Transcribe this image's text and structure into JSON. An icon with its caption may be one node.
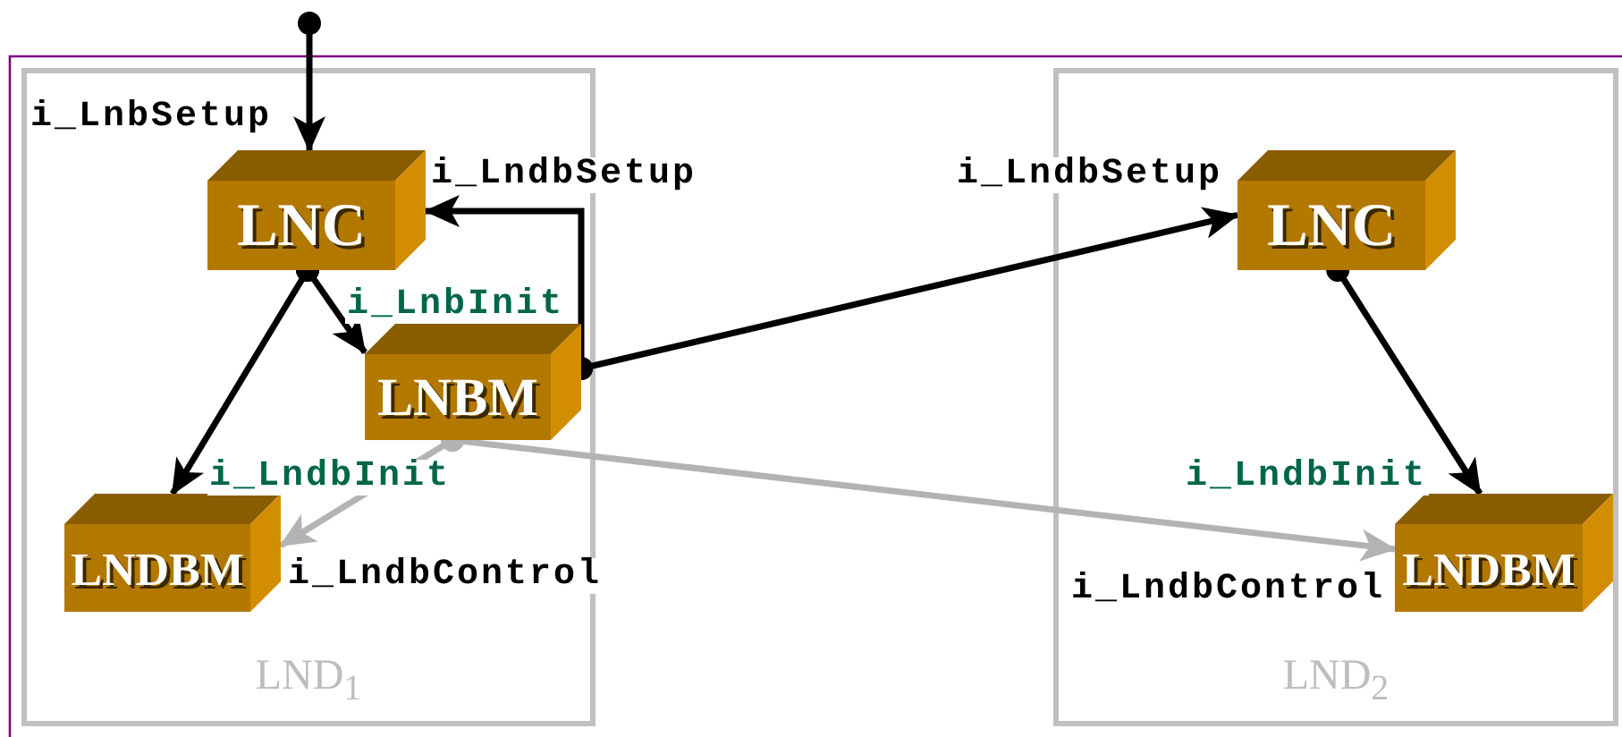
{
  "diagram": {
    "nodes": [
      {
        "text": [
          "LND$_{1}$"
        ]
      },
      {
        "text": [
          "LNC"
        ],
        "in": 0
      },
      {
        "text": [
          "LNBM"
        ],
        "in": 0
      },
      {
        "text": [
          "LNDBM"
        ],
        "in": 0
      },
      {
        "text": [
          "LND$_{2}$"
        ]
      },
      {
        "text": [
          "LNC"
        ],
        "in": 4
      },
      {
        "text": [
          "LNDBM"
        ],
        "in": 4
      }
    ],
    "edges": [
      {
        "from": null,
        "to": 1,
        "arrow": "to",
        "label": "i_LnbSetup"
      },
      {
        "from": 2,
        "to": 1,
        "arrow": "to",
        "label": "i_LndbSetup"
      },
      {
        "from": 1,
        "to": 2,
        "arrow": "to",
        "label": "i_LnbInit"
      },
      {
        "from": 1,
        "to": 3,
        "arrow": "to",
        "label": "i_LndbInit"
      },
      {
        "from": 2,
        "to": 3,
        "arrow": "to",
        "label": "i_LndbControl",
        "color": "#b3b3b3"
      },
      {
        "from": 2,
        "to": 5,
        "arrow": "to",
        "label": "i_LndbSetup"
      },
      {
        "from": 2,
        "to": 6,
        "arrow": "to",
        "label": "i_LndbControl",
        "color": "#b3b3b3"
      },
      {
        "from": 5,
        "to": 6,
        "arrow": "to",
        "label": "i_LndbInit"
      }
    ]
  }
}
